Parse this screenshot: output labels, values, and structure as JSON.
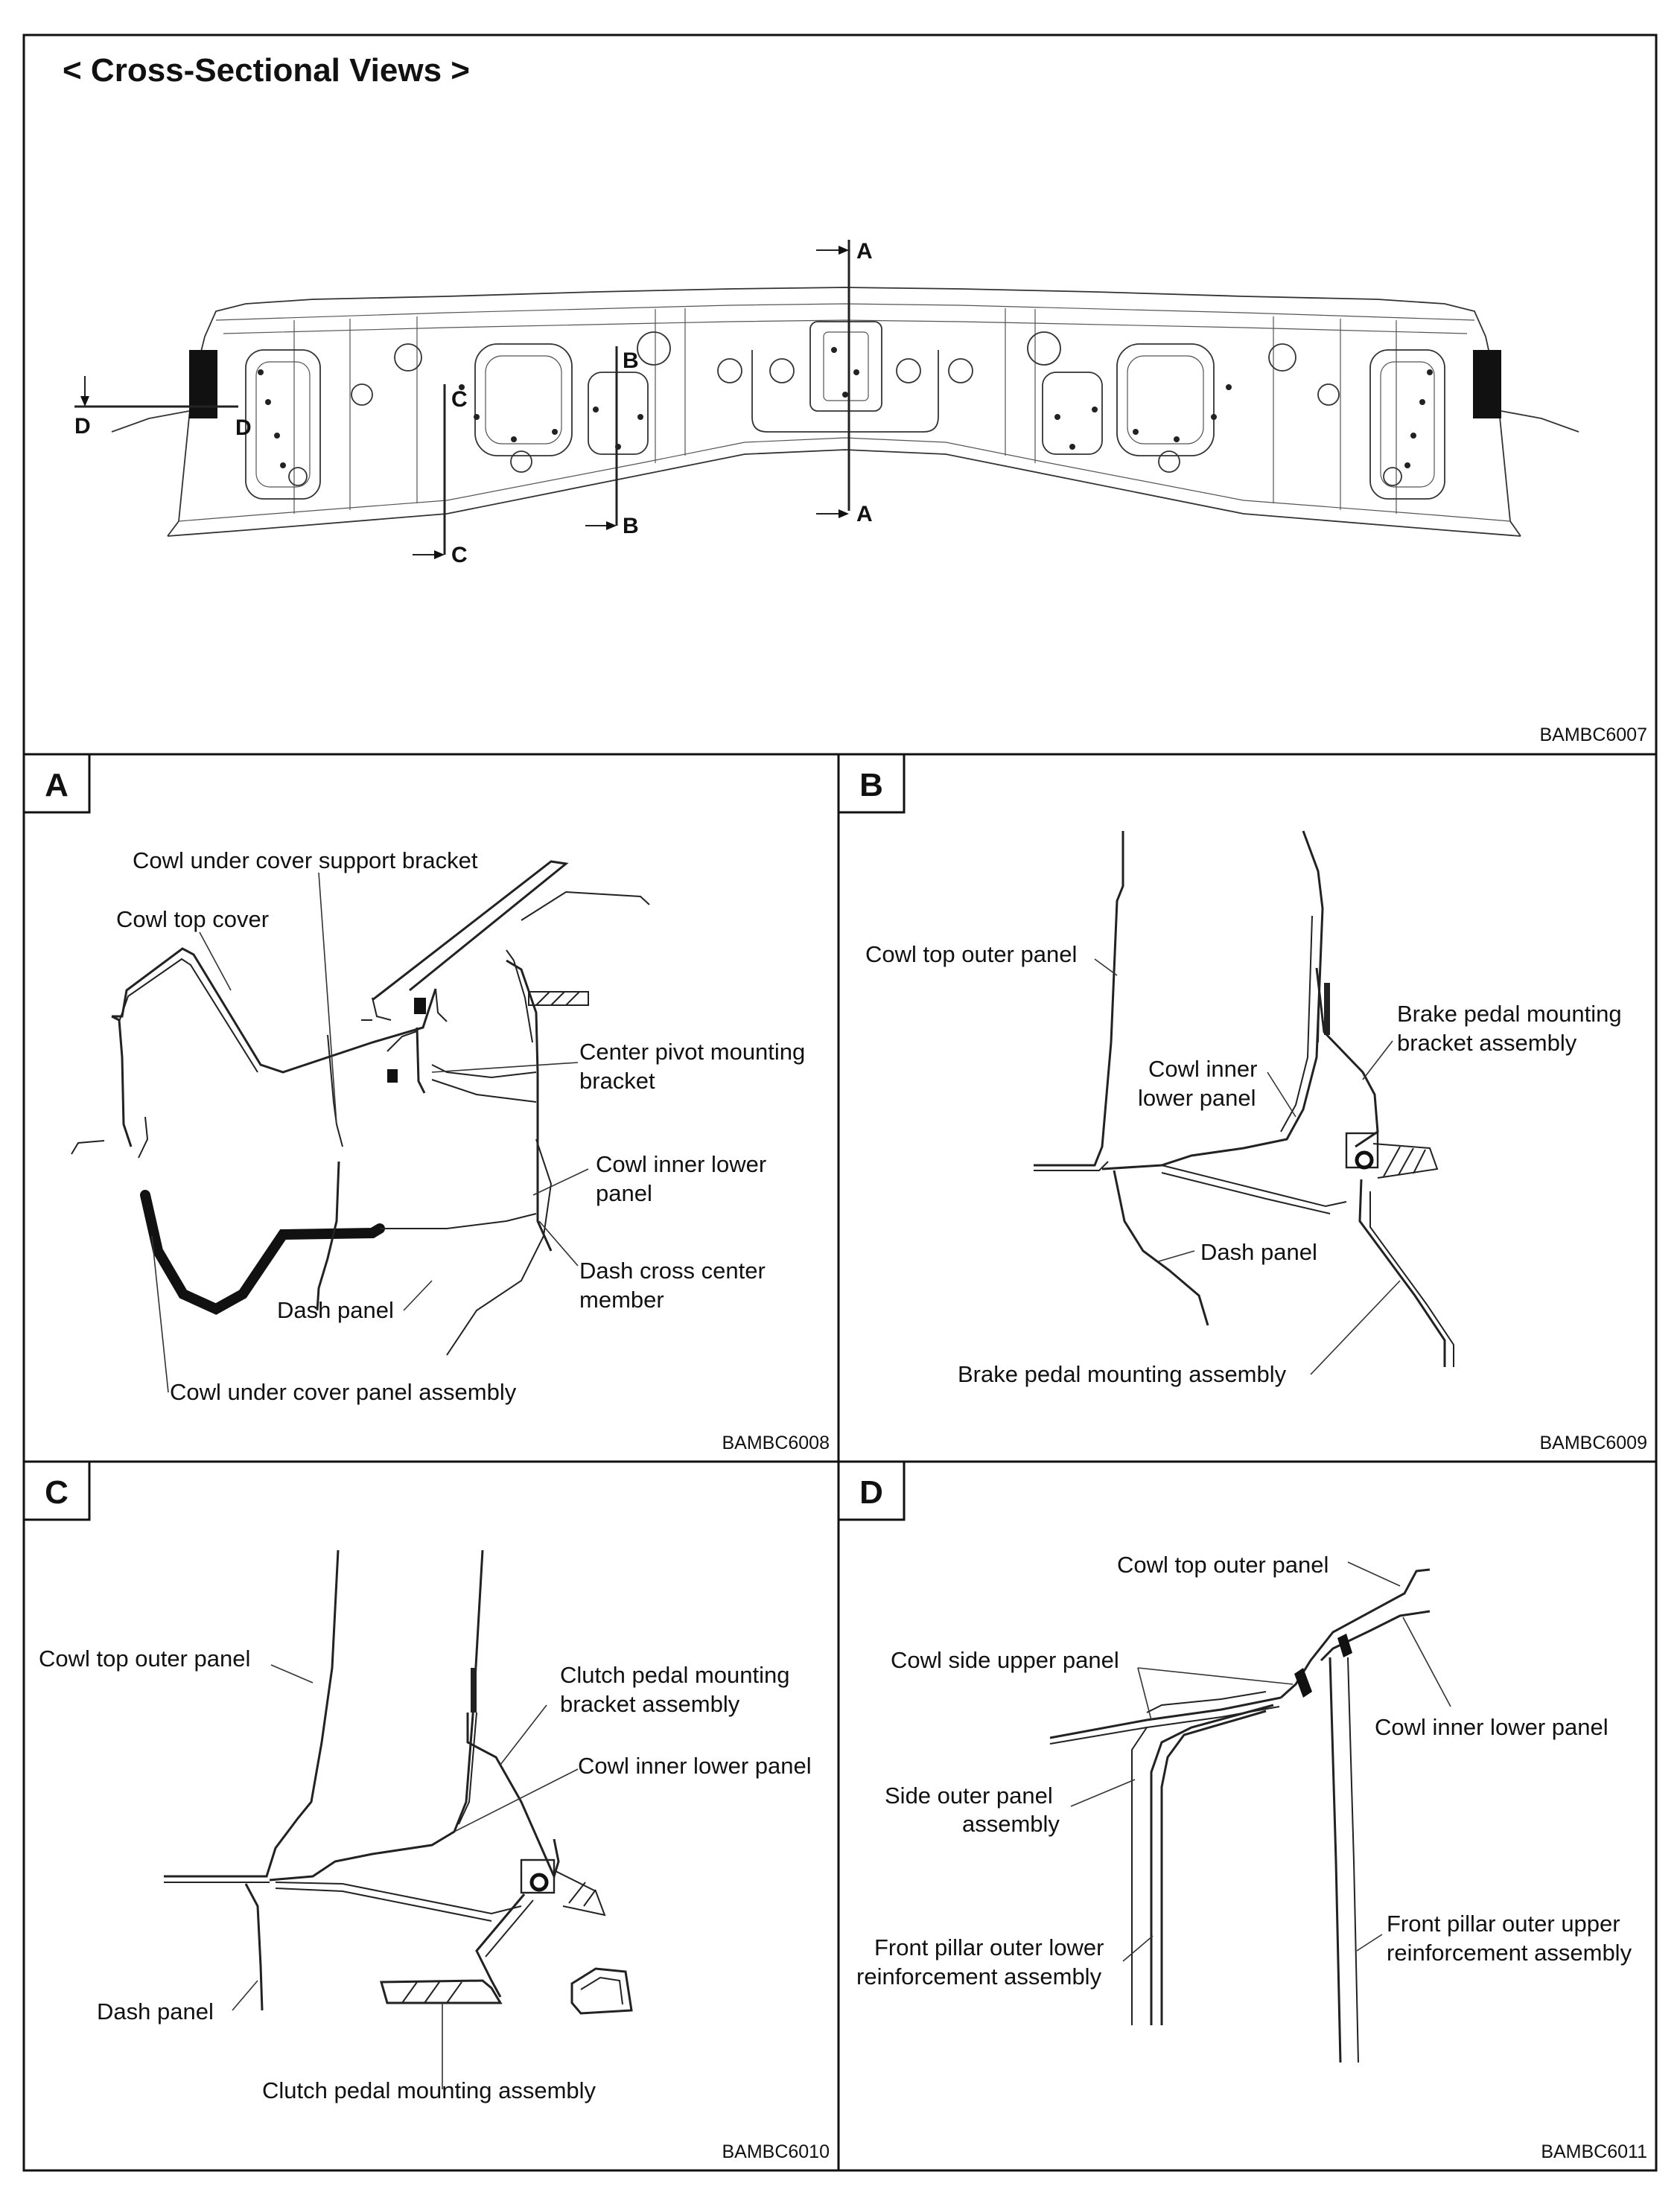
{
  "header": {
    "title": "< Cross-Sectional Views >"
  },
  "overview": {
    "figure_code": "BAMBC6007",
    "section_marks": [
      "A",
      "A",
      "B",
      "B",
      "C",
      "C",
      "D",
      "D"
    ]
  },
  "panels": {
    "a": {
      "tag": "A",
      "figure_code": "BAMBC6008",
      "labels": {
        "support_bracket": "Cowl under cover support bracket",
        "top_cover": "Cowl top cover",
        "center_pivot_1": "Center pivot mounting",
        "center_pivot_2": "bracket",
        "inner_lower_1": "Cowl inner lower",
        "inner_lower_2": "panel",
        "dash_cross_1": "Dash cross center",
        "dash_cross_2": "member",
        "dash_panel": "Dash panel",
        "under_cover_panel": "Cowl under cover panel assembly"
      }
    },
    "b": {
      "tag": "B",
      "figure_code": "BAMBC6009",
      "labels": {
        "top_outer": "Cowl top outer panel",
        "bracket_1": "Brake pedal mounting",
        "bracket_2": "bracket assembly",
        "inner_1": "Cowl inner",
        "inner_2": "lower panel",
        "dash_panel": "Dash panel",
        "pedal_assembly": "Brake pedal mounting assembly"
      }
    },
    "c": {
      "tag": "C",
      "figure_code": "BAMBC6010",
      "labels": {
        "top_outer": "Cowl top outer panel",
        "bracket_1": "Clutch pedal mounting",
        "bracket_2": "bracket assembly",
        "inner_lower": "Cowl inner lower panel",
        "dash_panel": "Dash panel",
        "pedal_assembly": "Clutch pedal mounting assembly"
      }
    },
    "d": {
      "tag": "D",
      "figure_code": "BAMBC6011",
      "labels": {
        "top_outer": "Cowl top outer panel",
        "side_upper": "Cowl side upper panel",
        "inner_lower": "Cowl inner lower panel",
        "side_outer_1": "Side outer panel",
        "side_outer_2": "assembly",
        "lower_reinf_1": "Front pillar outer lower",
        "lower_reinf_2": "reinforcement assembly",
        "upper_reinf_1": "Front pillar outer upper",
        "upper_reinf_2": "reinforcement assembly"
      }
    }
  }
}
